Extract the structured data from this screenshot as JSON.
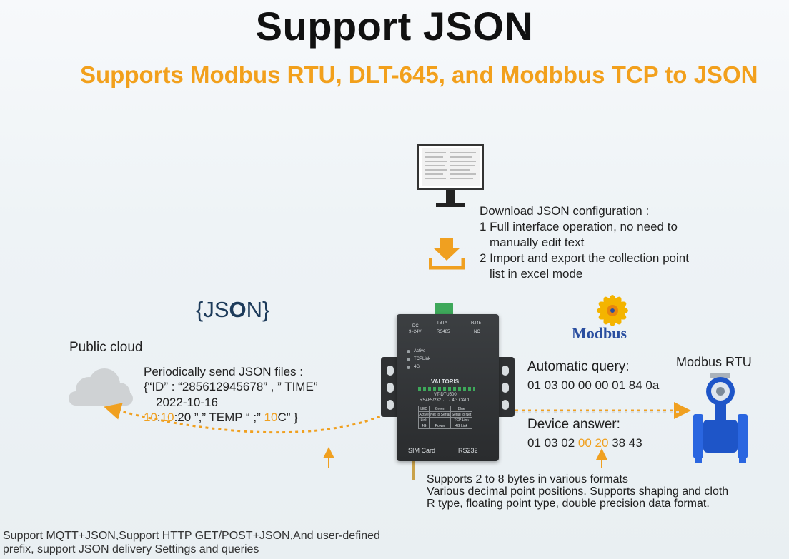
{
  "title": "Support JSON",
  "subtitle": "Supports Modbus RTU, DLT-645, and Modbbus TCP to JSON",
  "download": {
    "heading": "Download JSON configuration :",
    "line1": "1 Full  interface operation, no need to",
    "line1b": "manually edit text",
    "line2": "2 Import and export the collection point",
    "line2b": "list in excel mode"
  },
  "json_logo": {
    "left": "{JS",
    "o": "O",
    "right": "N}"
  },
  "modbus_logo": "Modbus",
  "public_cloud": "Public cloud",
  "modbus_rtu": "Modbus RTU",
  "periodic": {
    "heading": "Periodically send JSON files :",
    "line1": "{“ID” :    “285612945678” ,  ” TIME”",
    "line2": "2022-10-16",
    "line3a": "10",
    "line3b": ":",
    "line3c": "10",
    "line3d": ":20 ”,” TEMP “ ;” ",
    "line3e": "10",
    "line3f": "C” }"
  },
  "query": {
    "label": "Automatic query:",
    "value": "01 03 00 00 00 01 84 0a"
  },
  "answer": {
    "label": "Device answer:",
    "prefix": "01 03 02 ",
    "highlight": "00 20",
    "suffix": " 38 43"
  },
  "formats": {
    "line1": "Supports 2 to 8 bytes in various formats",
    "line2": "Various decimal point positions. Supports shaping and cloth",
    "line3": "R type, floating point type, double precision data format."
  },
  "footer": {
    "line1": "Support MQTT+JSON,Support HTTP GET/POST+JSON,And user-defined",
    "line2": "prefix, support JSON delivery Settings and queries"
  },
  "device": {
    "brand": "VALTORIS",
    "model": "VT-DTU500",
    "spec": "RS485/232 ←→ 4G CAT1",
    "sim": "SIM Card",
    "rs232": "RS232",
    "top_labels": [
      "TBTA",
      "RJ45",
      "RS485",
      "NC"
    ],
    "dc": "DC",
    "dc_range": "9~24V",
    "leds": [
      "Active",
      "TCPLink",
      "4G"
    ],
    "table": [
      [
        "LED",
        "Green",
        "Blue"
      ],
      [
        "Active",
        "Net to Serial",
        "Serial to Net"
      ],
      [
        "Link",
        "—",
        "TCP Link"
      ],
      [
        "4G",
        "Power",
        "4G Link"
      ]
    ]
  },
  "colors": {
    "accent": "#f2a01c",
    "arrow": "#f0a020",
    "device": "#2f3133",
    "meter": "#1e55c8"
  }
}
